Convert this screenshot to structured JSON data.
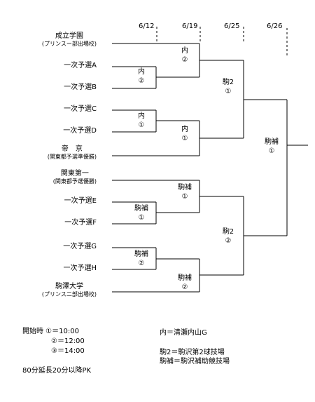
{
  "dates": [
    "6/12",
    "6/19",
    "6/25",
    "6/26"
  ],
  "teams": [
    {
      "name": "成立学園",
      "sub": "(プリンスー部出場校)"
    },
    {
      "name": "一次予選A",
      "sub": ""
    },
    {
      "name": "一次予選B",
      "sub": ""
    },
    {
      "name": "一次予選C",
      "sub": ""
    },
    {
      "name": "一次予選D",
      "sub": ""
    },
    {
      "name": "帝　京",
      "sub": "(関東都予選準優勝)"
    },
    {
      "name": "関東第一",
      "sub": "(関東都予選優勝)"
    },
    {
      "name": "一次予選E",
      "sub": ""
    },
    {
      "name": "一次予選F",
      "sub": ""
    },
    {
      "name": "一次予選G",
      "sub": ""
    },
    {
      "name": "一次予選H",
      "sub": ""
    },
    {
      "name": "駒澤大学",
      "sub": "(プリンス二部出場校)"
    }
  ],
  "matches": [
    {
      "venue": "内",
      "slot": "②"
    },
    {
      "venue": "内",
      "slot": "①"
    },
    {
      "venue": "駒補",
      "slot": "①"
    },
    {
      "venue": "駒補",
      "slot": "②"
    },
    {
      "venue": "内",
      "slot": "②"
    },
    {
      "venue": "内",
      "slot": "①"
    },
    {
      "venue": "駒補",
      "slot": "①"
    },
    {
      "venue": "駒補",
      "slot": "②"
    },
    {
      "venue": "駒2",
      "slot": "①"
    },
    {
      "venue": "駒2",
      "slot": "②"
    },
    {
      "venue": "駒補",
      "slot": "①"
    }
  ],
  "notes": {
    "times": [
      "開始時 ①＝10:00",
      "②＝12:00",
      "③＝14:00"
    ],
    "format": "80分延長20分以降PK",
    "legend": [
      "内＝清瀬内山G",
      "駒2＝駒沢第2球技場",
      "駒補＝駒沢補助競技場"
    ]
  }
}
